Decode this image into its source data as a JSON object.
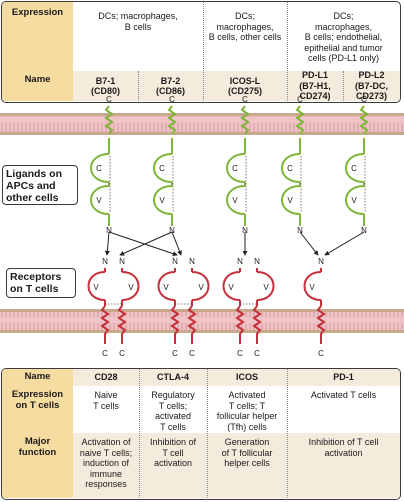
{
  "top_table": {
    "expression_header": "Expression",
    "name_header": "Name",
    "expression": [
      [
        "DCs; macrophages,",
        "B cells"
      ],
      [
        "DCs;",
        "macrophages,",
        "B cells, other cells"
      ],
      [
        "DCs;",
        "macrophages,",
        "B cells; endothelial,",
        "epithelial and tumor",
        "cells (PD-L1 only)"
      ]
    ],
    "names": [
      [
        "B7-1",
        "(CD80)"
      ],
      [
        "B7-2",
        "(CD86)"
      ],
      [
        "ICOS-L",
        "(CD275)"
      ],
      [
        "PD-L1",
        "(B7-H1,",
        "CD274)"
      ],
      [
        "PD-L2",
        "(B7-DC,",
        "CD273)"
      ]
    ]
  },
  "labels": {
    "ligands": [
      "Ligands on",
      "APCs and",
      "other cells"
    ],
    "receptors": [
      "Receptors",
      "on T cells"
    ]
  },
  "domains": {
    "c": "C",
    "v": "V",
    "n": "N"
  },
  "bottom_table": {
    "name_header": "Name",
    "expression_header": [
      "Expression",
      "on T cells"
    ],
    "function_header": [
      "Major",
      "function"
    ],
    "names": [
      "CD28",
      "CTLA-4",
      "ICOS",
      "PD-1"
    ],
    "expression": [
      [
        "Naive",
        "T cells"
      ],
      [
        "Regulatory",
        "T cells;",
        "activated",
        "T cells"
      ],
      [
        "Activated",
        "T cells; T",
        "follicular helper",
        "(Tfh) cells"
      ],
      [
        "Activated T cells"
      ]
    ],
    "function": [
      [
        "Activation of",
        "naive T cells;",
        "induction of",
        "immune",
        "responses"
      ],
      [
        "Inhibition of",
        "T cell",
        "activation"
      ],
      [
        "Generation",
        "of T follicular",
        "helper cells"
      ],
      [
        "Inhibition of T cell",
        "activation"
      ]
    ]
  },
  "colors": {
    "header": "#f6dca1",
    "tan": "#f5ebdd",
    "ligand": "#7fb43a",
    "receptor": "#c6303a",
    "membrane": "#e8a8ab"
  }
}
